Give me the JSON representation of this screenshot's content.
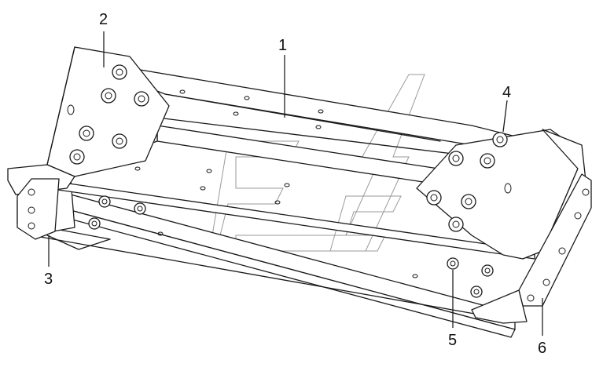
{
  "callouts": [
    {
      "id": "c1",
      "text": "1"
    },
    {
      "id": "c2",
      "text": "2"
    },
    {
      "id": "c3",
      "text": "3"
    },
    {
      "id": "c4",
      "text": "4"
    },
    {
      "id": "c5",
      "text": "5"
    },
    {
      "id": "c6",
      "text": "6"
    }
  ],
  "colors": {
    "line": "#1a1a1a",
    "watermark": "#9a9a9a",
    "background": "#ffffff"
  }
}
